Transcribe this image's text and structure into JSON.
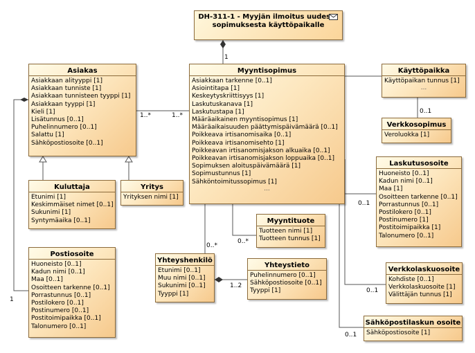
{
  "note": {
    "title": "DH-311-1 - Myyjän ilmoitus uudesta sopimuksesta käyttöpaikalle",
    "icon": "envelope-icon"
  },
  "multiplicities": {
    "note_to_myyntisopimus": "1",
    "asiakas_side": "1..*",
    "myyntisopimus_side": "1..*",
    "verkkosopimus_side": "0..1",
    "laskutusosoite_side": "0..1",
    "myyntituote_side": "0..*",
    "yhteyshenkilo_side": "0..*",
    "yhteystieto_side": "1..2",
    "verkkolaskuosoite_side": "0..1",
    "sahkopostilaskun_side": "0..1",
    "postiosoite_side": "1"
  },
  "classes": {
    "asiakas": {
      "name": "Asiakas",
      "attributes": [
        "Asiakkaan alityyppi [1]",
        "Asiakkaan tunniste [1]",
        "Asiakkaan tunnisteen tyyppi [1]",
        "Asiakkaan tyyppi [1]",
        "Kieli [1]",
        "Lisätunnus [0..1]",
        "Puhelinnumero [0..1]",
        "Salattu [1]",
        "Sähköpostiosoite [0..1]"
      ]
    },
    "myyntisopimus": {
      "name": "Myyntisopimus",
      "attributes": [
        "Asiakkaan tarkenne [0..1]",
        "Asiointitapa [1]",
        "Keskeytyskriittisyys [1]",
        "Laskutuskanava [1]",
        "Laskutustapa [1]",
        "Määräaikainen myyntisopimus [1]",
        "Määräaikaisuuden päättymispäivämäärä [0..1]",
        "Poikkeava irtisanomisaika [0..1]",
        "Poikkeava irtisanomisehto [1]",
        "Poikkeavan irtisanomisjakson alkuaika [0..1]",
        "Poikkeavan irtisanomisjakson loppuaika [0..1]",
        "Sopimuksen aloituspäivämäärä [1]",
        "Sopimustunnus [1]",
        "Sähköntoimitussopimus [1]"
      ],
      "more": "..."
    },
    "kayttopaikka": {
      "name": "Käyttöpaikka",
      "attributes": [
        "Käyttöpaikan tunnus [1]"
      ],
      "more": "..."
    },
    "verkkosopimus": {
      "name": "Verkkosopimus",
      "attributes": [
        "Veroluokka [1]"
      ]
    },
    "laskutusosoite": {
      "name": "Laskutusosoite",
      "attributes": [
        "Huoneisto [0..1]",
        "Kadun nimi [0..1]",
        "Maa [1]",
        "Osoitteen tarkenne [0..1]",
        "Porrastunnus [0..1]",
        "Postilokero [0..1]",
        "Postinumero [1]",
        "Postitoimipaikka [1]",
        "Talonumero [0..1]"
      ]
    },
    "kuluttaja": {
      "name": "Kuluttaja",
      "attributes": [
        "Etunimi [1]",
        "Keskimmäiset nimet [0..1]",
        "Sukunimi [1]",
        "Syntymäaika [0..1]"
      ]
    },
    "yritys": {
      "name": "Yritys",
      "attributes": [
        "Yrityksen nimi [1]"
      ]
    },
    "myyntituote": {
      "name": "Myyntituote",
      "attributes": [
        "Tuotteen nimi [1]",
        "Tuotteen tunnus [1]"
      ]
    },
    "postiosoite": {
      "name": "Postiosoite",
      "attributes": [
        "Huoneisto [0..1]",
        "Kadun nimi [0..1]",
        "Maa [0..1]",
        "Osoitteen tarkenne [0..1]",
        "Porrastunnus [0..1]",
        "Postilokero [0..1]",
        "Postinumero [0..1]",
        "Postitoimipaikka [0..1]",
        "Talonumero [0..1]"
      ]
    },
    "yhteyshenkilo": {
      "name": "Yhteyshenkilö",
      "attributes": [
        "Etunimi [0..1]",
        "Muu nimi [0..1]",
        "Sukunimi [0..1]",
        "Tyyppi [1]"
      ]
    },
    "yhteystieto": {
      "name": "Yhteystieto",
      "attributes": [
        "Puhelinnumero [0..1]",
        "Sähköpostiosoite [0..1]",
        "Tyyppi [1]"
      ]
    },
    "verkkolaskuosoite": {
      "name": "Verkkolaskuosoite",
      "attributes": [
        "Kohdiste [0..1]",
        "Verkkolaskuosoite [1]",
        "Välittäjän tunnus [1]"
      ]
    },
    "sahkopostilaskun": {
      "name": "Sähköpostilaskun osoite",
      "attributes": [
        "Sähköpostiosoite [1]"
      ]
    }
  }
}
